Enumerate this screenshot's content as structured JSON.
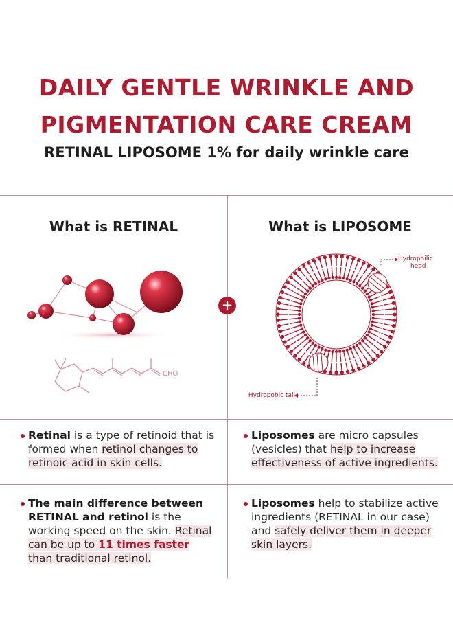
{
  "title_line1": "DAILY GENTLE WRINKLE AND",
  "title_line2": "PIGMENTATION CARE CREAM",
  "subtitle": "RETINAL LIPOSOME 1% for daily wrinkle care",
  "left_heading": "What is RETINAL",
  "right_heading": "What is LIPOSOME",
  "plus_symbol": "+",
  "formula_label": "CHO",
  "hydrophilic_label_1": "Hydrophilic",
  "hydrophilic_label_2": "head",
  "hydrophobic_label": "Hydropobic tail",
  "retinal_def": {
    "bold": "Retinal",
    "text1": " is a type of retinoid that is formed when ",
    "hl": "retinol changes to retinoic acid in skin cells."
  },
  "liposome_def": {
    "bold": "Liposomes",
    "text1": " are micro capsules (vesicles) that ",
    "hl": "help to increase effectiveness of active ingredients."
  },
  "retinal_diff": {
    "bold": "The main difference between RETINAL and retinol",
    "text1": " is the working speed  on the skin. ",
    "hl1": "Retinal can be up to ",
    "red": "11 times faster",
    "hl2": " than traditional retinol."
  },
  "liposome_stab": {
    "bold": "Liposomes",
    "text1": " help to stabilize active ingredients (RETINAL in our case) and ",
    "hl": "safely deliver them in deeper skin layers."
  },
  "colors": {
    "accent": "#b01a2e",
    "highlight": "#f6e6e8",
    "divider": "#c98a95"
  }
}
